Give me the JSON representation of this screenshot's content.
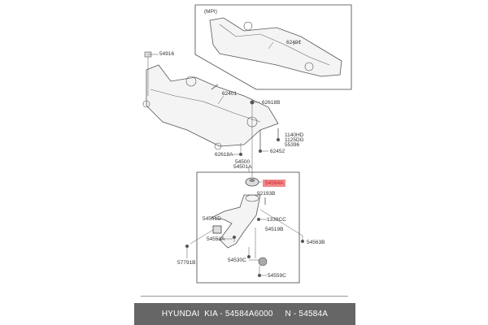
{
  "diagram": {
    "inset_label": "(MPI)",
    "labels": {
      "p62401_top": "62401",
      "p54916": "54916",
      "p62401": "62401",
      "p62618B": "62618B",
      "p1140HD": "1140HD",
      "p1125DG": "1125DG",
      "p55396": "55396",
      "p62452": "62452",
      "p62618A": "62618A",
      "p54500": "54500",
      "p54501A": "54501A",
      "p54584A": "54584A",
      "p92193B": "92193B",
      "p54551D": "54551D",
      "p1339CC": "1339CC",
      "p54519B": "54519B",
      "p54553A": "54553A",
      "p54563B": "54563B",
      "p57791B": "57791B",
      "p54530C": "54530C",
      "p54559C": "54559C"
    },
    "highlight_color": "#f08a8a"
  },
  "footer": {
    "text": "HYUNDAI  KIA - 54584A6000     N - 54584A"
  }
}
